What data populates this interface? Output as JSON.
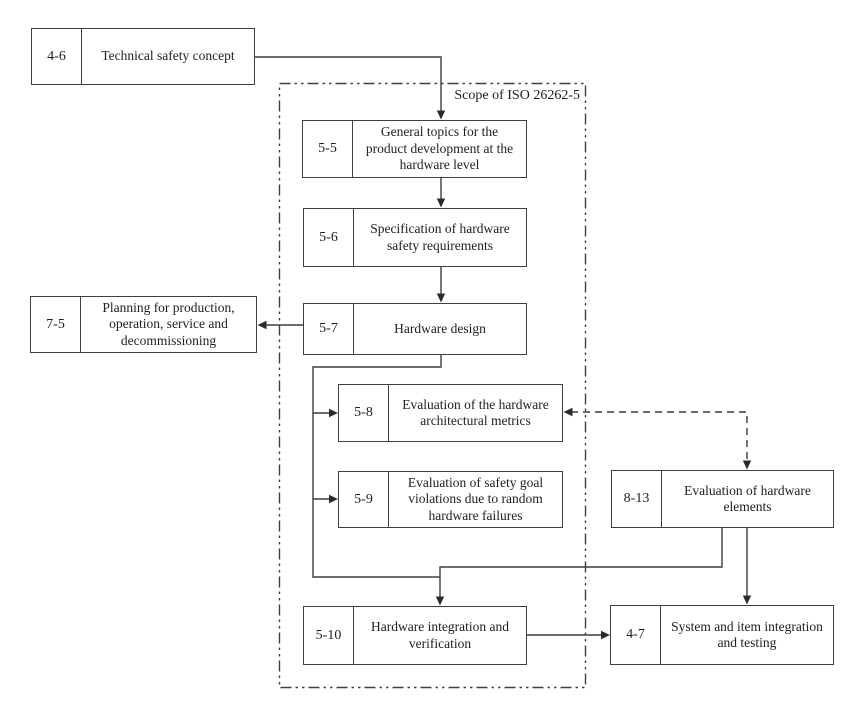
{
  "scope_label": "Scope of ISO 26262-5",
  "boxes": {
    "b46": {
      "num": "4-6",
      "label": "Technical safety concept"
    },
    "b75": {
      "num": "7-5",
      "label": "Planning for production, operation, service and decommissioning"
    },
    "b55": {
      "num": "5-5",
      "label": "General topics for the product development at the hardware level"
    },
    "b56": {
      "num": "5-6",
      "label": "Specification of hardware safety requirements"
    },
    "b57": {
      "num": "5-7",
      "label": "Hardware design"
    },
    "b58": {
      "num": "5-8",
      "label": "Evaluation of the hardware architectural metrics"
    },
    "b59": {
      "num": "5-9",
      "label": "Evaluation of safety goal violations due to random hardware failures"
    },
    "b813": {
      "num": "8-13",
      "label": "Evaluation of hardware elements"
    },
    "b510": {
      "num": "5-10",
      "label": "Hardware integration and verification"
    },
    "b47": {
      "num": "4-7",
      "label": "System and item integration and testing"
    }
  },
  "colors": {
    "line": "#3f3f3f",
    "text": "#1e1e1e",
    "background": "#ffffff"
  }
}
